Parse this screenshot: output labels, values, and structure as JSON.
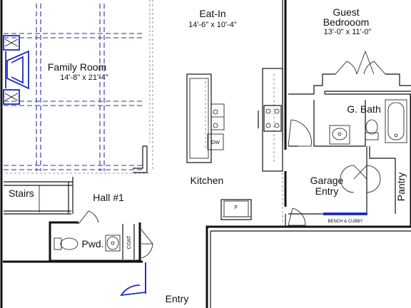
{
  "rooms": {
    "family": {
      "name": "Family Room",
      "dims": "14'-8\" x 21'-4\""
    },
    "eat_in": {
      "name": "Eat-In",
      "dims": "14'-6\" x 10'-4\""
    },
    "guest": {
      "name_line1": "Guest",
      "name_line2": "Bedrooom",
      "dims": "13'-0\" x 11'-0\""
    },
    "bath": {
      "name": "G. Bath"
    },
    "kitchen": {
      "name": "Kitchen"
    },
    "stairs": {
      "name": "Stairs"
    },
    "hall": {
      "name": "Hall #1"
    },
    "garage_entry": {
      "name_line1": "Garage",
      "name_line2": "Entry"
    },
    "pantry": {
      "name": "Pantry"
    },
    "powder": {
      "name": "Pwd."
    },
    "entry": {
      "name": "Entry"
    }
  },
  "fixtures": {
    "dishwasher": "DW",
    "fridge": "F",
    "coat": "COAT",
    "bench": "BENCH & CUBBY"
  },
  "colors": {
    "walls": "#111111",
    "beams": "#2b2fa8",
    "highlight": "#1f2bc4"
  }
}
